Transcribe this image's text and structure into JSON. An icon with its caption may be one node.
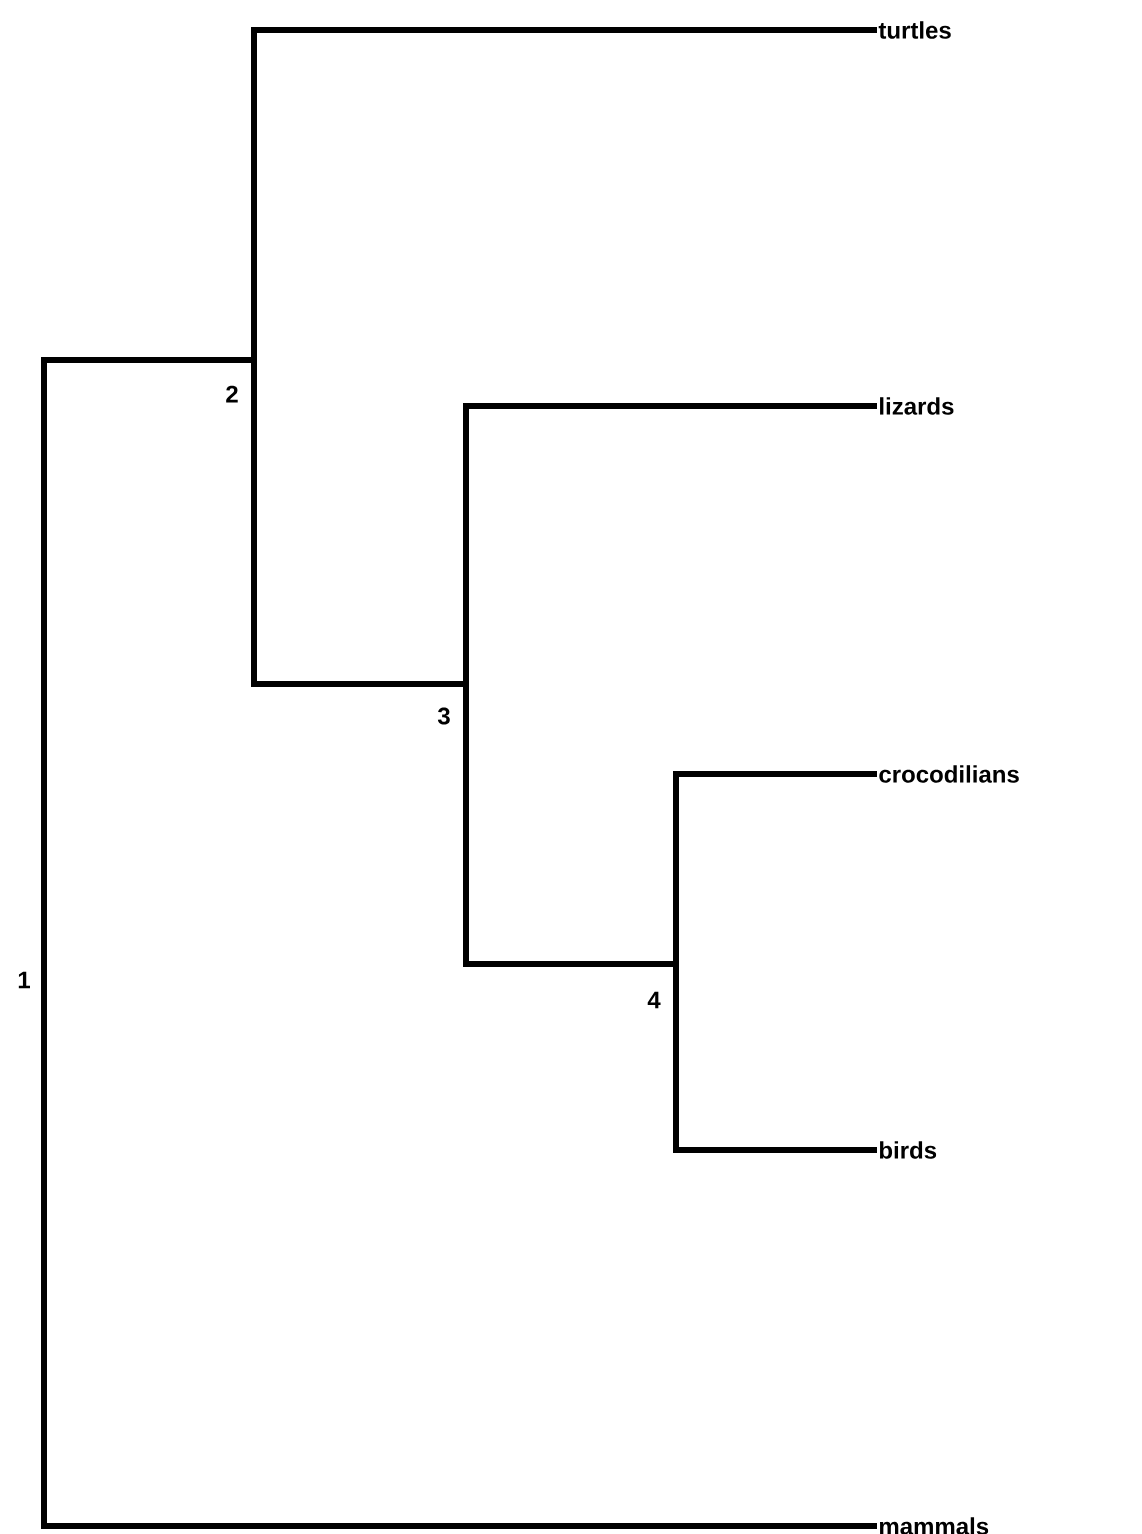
{
  "diagram": {
    "nodes": [
      {
        "text": [
          "1"
        ]
      },
      {
        "text": [
          "2"
        ]
      },
      {
        "text": [
          "turtles"
        ]
      },
      {
        "text": [
          "3"
        ]
      },
      {
        "text": [
          "lizards"
        ]
      },
      {
        "text": [
          "4"
        ]
      },
      {
        "text": [
          "crocodilians"
        ]
      },
      {
        "text": [
          "birds"
        ]
      },
      {
        "text": [
          "mammals"
        ]
      }
    ],
    "edges": [
      {
        "from": 0,
        "to": 1,
        "arrow": "none"
      },
      {
        "from": 0,
        "to": 8,
        "arrow": "none"
      },
      {
        "from": 1,
        "to": 2,
        "arrow": "none"
      },
      {
        "from": 1,
        "to": 3,
        "arrow": "none"
      },
      {
        "from": 3,
        "to": 4,
        "arrow": "none"
      },
      {
        "from": 3,
        "to": 5,
        "arrow": "none"
      },
      {
        "from": 5,
        "to": 6,
        "arrow": "none"
      },
      {
        "from": 5,
        "to": 7,
        "arrow": "none"
      }
    ]
  }
}
